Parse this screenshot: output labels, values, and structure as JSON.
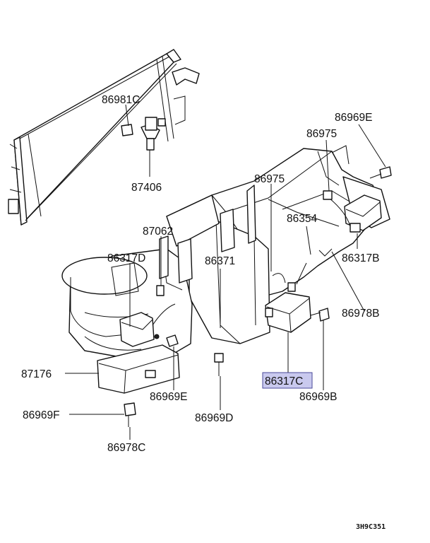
{
  "labels": {
    "l_86981C": "86981C",
    "l_87406": "87406",
    "l_86969E_top": "86969E",
    "l_86975_right": "86975",
    "l_86975_mid": "86975",
    "l_86354": "86354",
    "l_86317B": "86317B",
    "l_86978B": "86978B",
    "l_87062": "87062",
    "l_86317D": "86317D",
    "l_86371": "86371",
    "l_87176": "87176",
    "l_86969E_bottom": "86969E",
    "l_86317C": "86317C",
    "l_86969B": "86969B",
    "l_86969F": "86969F",
    "l_86969D": "86969D",
    "l_86978C": "86978C"
  },
  "highlighted_label": "86317C",
  "diagram_code": "3H9C351",
  "colors": {
    "line": "#111111",
    "highlight": "#c9c9ee",
    "highlight_border": "#4a4a9a"
  }
}
